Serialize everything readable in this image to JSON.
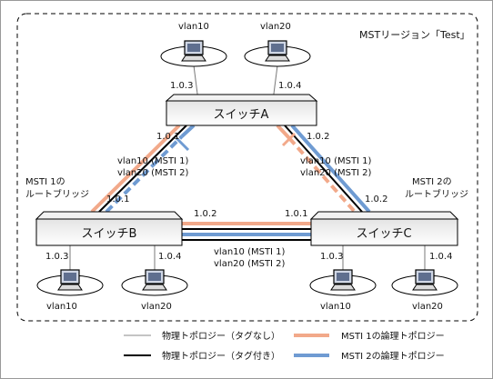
{
  "region_label": "MSTリージョン「Test」",
  "switches": {
    "a": {
      "label": "スイッチA"
    },
    "b": {
      "label": "スイッチB"
    },
    "c": {
      "label": "スイッチC"
    }
  },
  "hosts": {
    "a_left": {
      "label": "vlan10"
    },
    "a_right": {
      "label": "vlan20"
    },
    "b_left": {
      "label": "vlan10"
    },
    "b_right": {
      "label": "vlan20"
    },
    "c_left": {
      "label": "vlan10"
    },
    "c_right": {
      "label": "vlan20"
    }
  },
  "ports": {
    "a_host_left": "1.0.3",
    "a_host_right": "1.0.4",
    "a_to_b": "1.0.1",
    "a_to_c": "1.0.2",
    "b_to_a": "1.0.1",
    "b_to_c": "1.0.2",
    "b_host_left": "1.0.3",
    "b_host_right": "1.0.4",
    "c_to_b": "1.0.1",
    "c_to_a": "1.0.2",
    "c_host_left": "1.0.3",
    "c_host_right": "1.0.4"
  },
  "link_vlans": {
    "ab_line1": "vlan10 (MSTI 1)",
    "ab_line2": "vlan20 (MSTI 2)",
    "ac_line1": "vlan10 (MSTI 1)",
    "ac_line2": "vlan20 (MSTI 2)",
    "bc_line1": "vlan10 (MSTI 1)",
    "bc_line2": "vlan20 (MSTI 2)"
  },
  "root_bridges": {
    "b_line1": "MSTI 1の",
    "b_line2": "ルートブリッジ",
    "c_line1": "MSTI 2の",
    "c_line2": "ルートブリッジ"
  },
  "legend": {
    "untagged": "物理トポロジー（タグなし）",
    "tagged": "物理トポロジー（タグ付き）",
    "msti1": "MSTI 1の論理トポロジー",
    "msti2": "MSTI 2の論理トポロジー"
  },
  "colors": {
    "msti1": "#f2a98a",
    "msti2": "#6f9bd2",
    "tagged": "#000000",
    "untagged": "#8a8a8a"
  }
}
